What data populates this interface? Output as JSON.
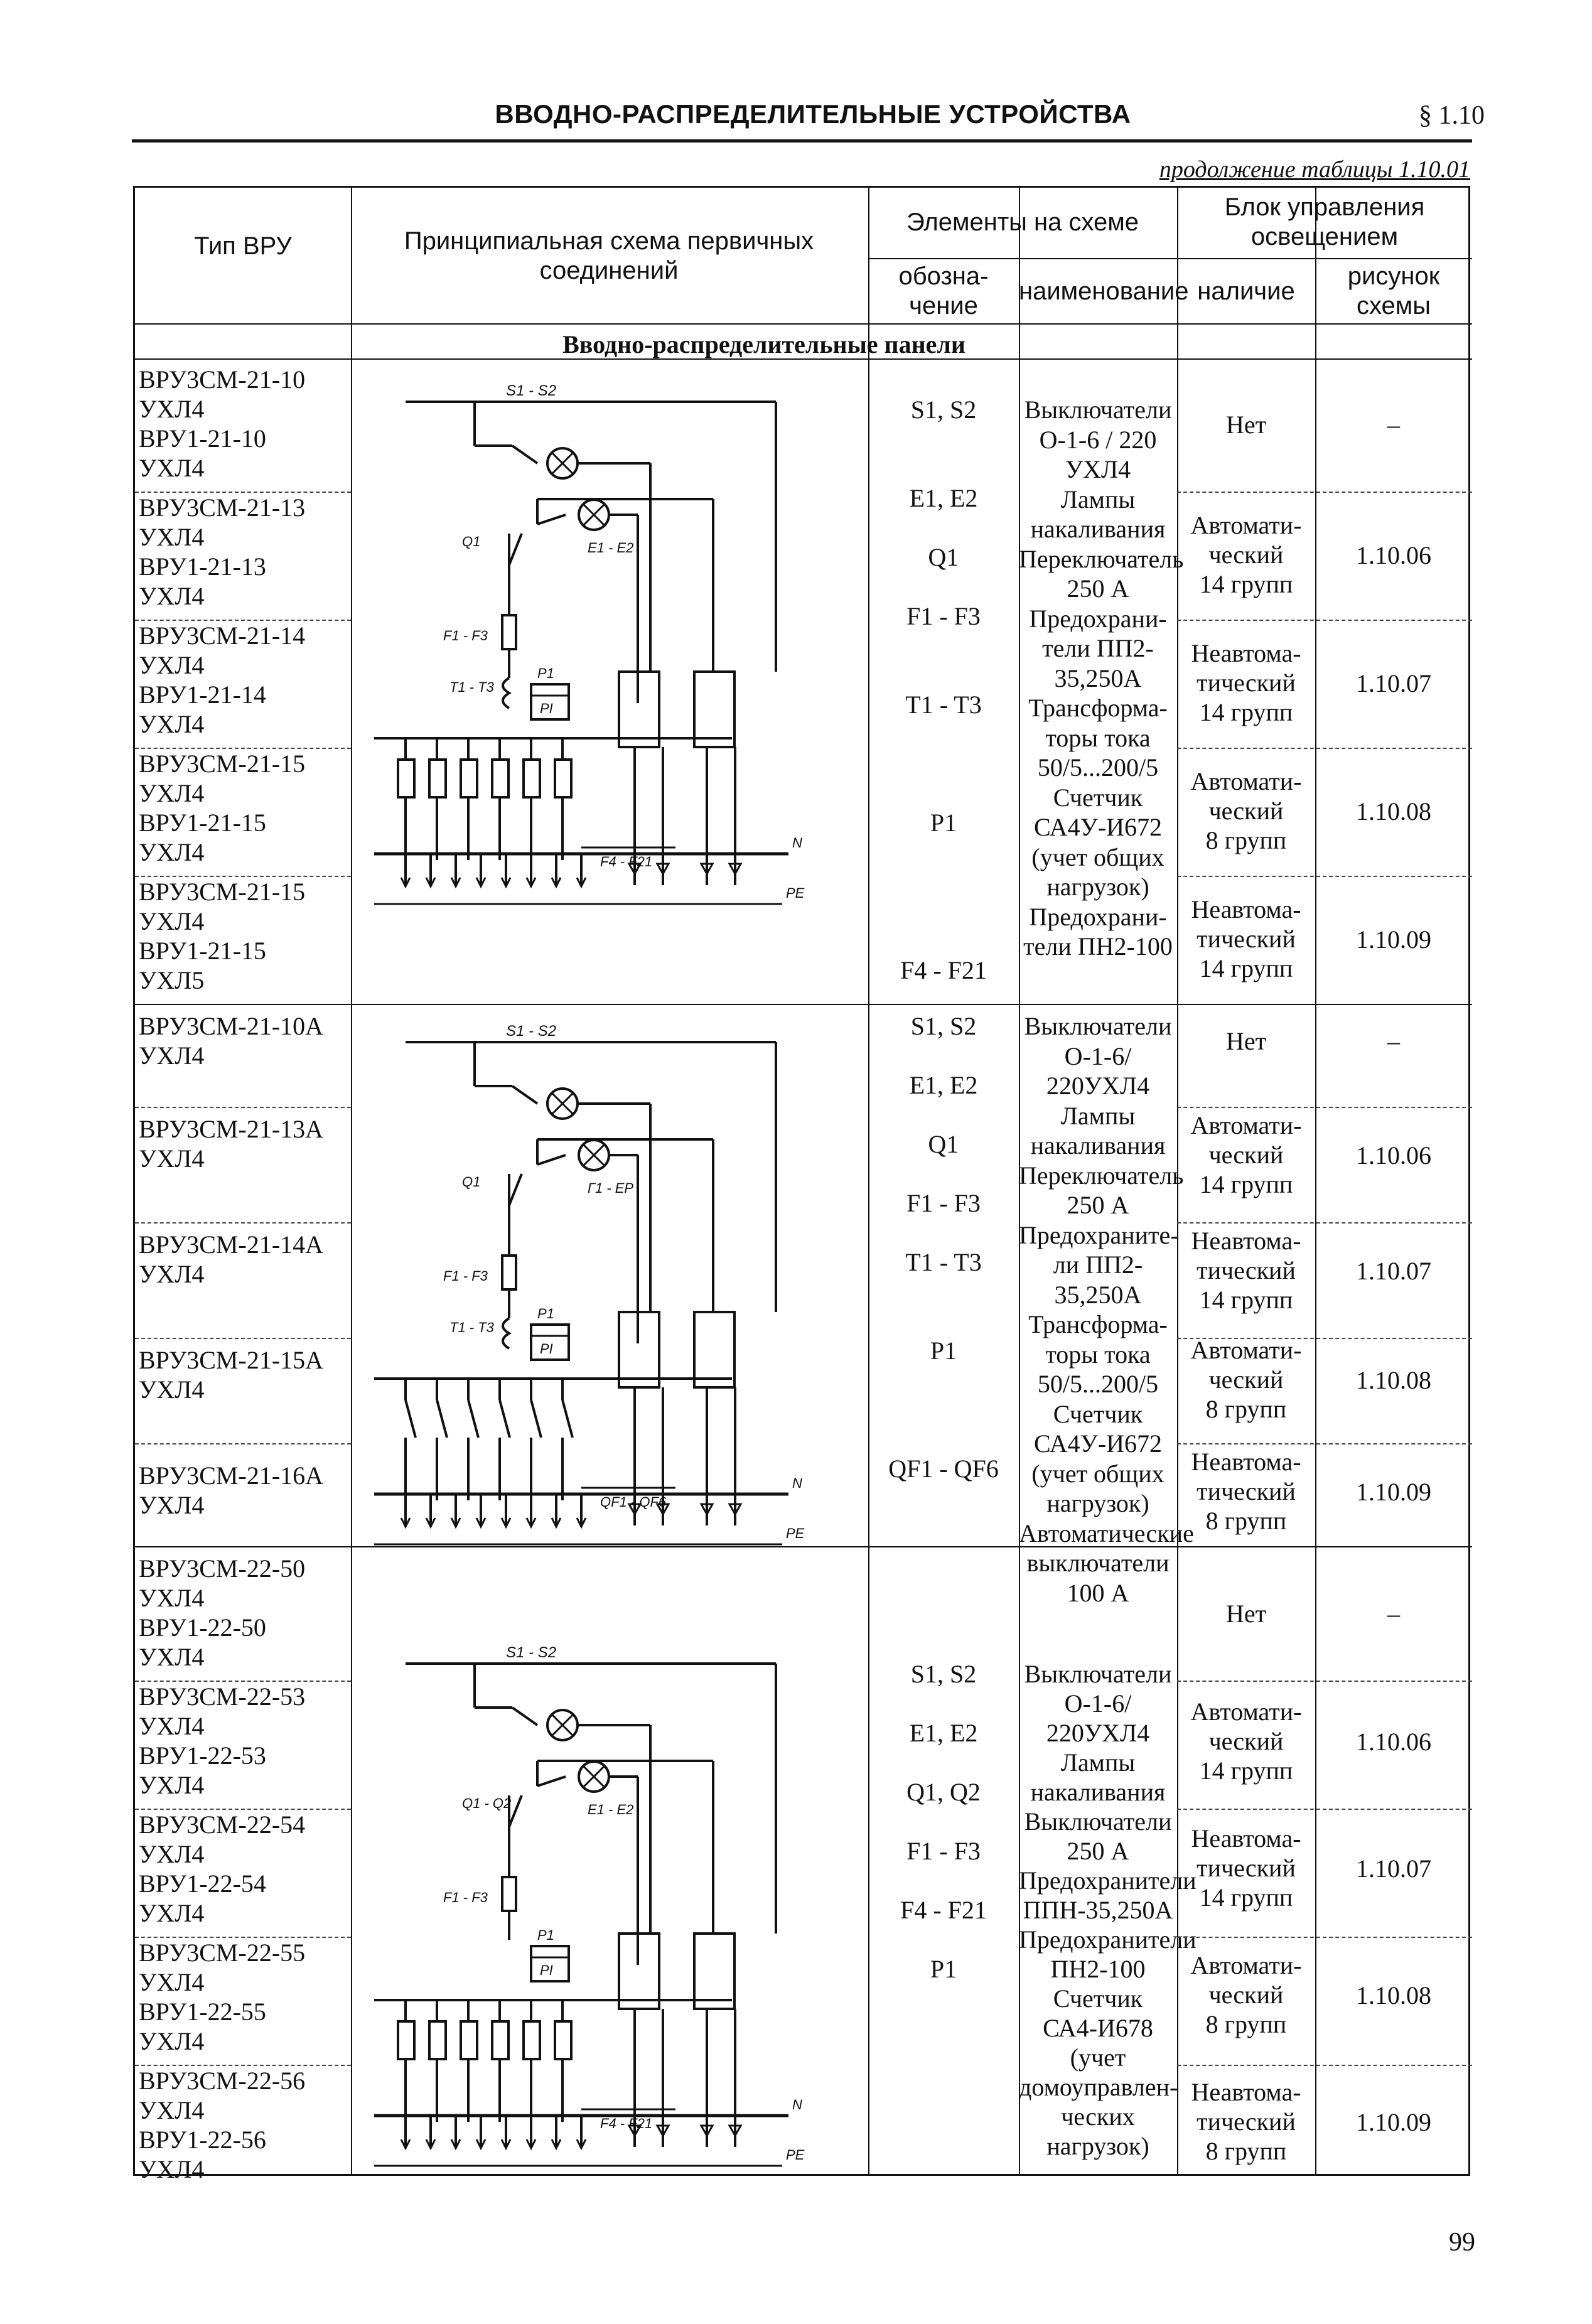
{
  "header": {
    "title": "ВВОДНО-РАСПРЕДЕЛИТЕЛЬНЫЕ УСТРОЙСТВА",
    "section": "§ 1.10",
    "continuation": "продолжение таблицы 1.10.01"
  },
  "columns": {
    "type": "Тип ВРУ",
    "scheme": "Принципиальная схема первичных соединений",
    "elements": "Элементы на схеме",
    "designation": "обозна-\nчение",
    "name": "наименование",
    "lighting": "Блок управления освещением",
    "presence": "наличие",
    "drawing": "рисунок\nсхемы"
  },
  "section_title": "Вводно-распределительные панели",
  "groups": [
    {
      "types": [
        "ВРУ3СМ-21-10\nУХЛ4\nВРУ1-21-10\nУХЛ4",
        "ВРУ3СМ-21-13\nУХЛ4\nВРУ1-21-13\nУХЛ4",
        "ВРУ3СМ-21-14\nУХЛ4\nВРУ1-21-14\nУХЛ4",
        "ВРУ3СМ-21-15\nУХЛ4\nВРУ1-21-15\nУХЛ4",
        "ВРУ3СМ-21-15\nУХЛ4\nВРУ1-21-15\nУХЛ5"
      ],
      "designations": "S1, S2\n\n\nE1, E2\n\nQ1\n\nF1 - F3\n\n\nT1 - T3\n\n\n\nP1\n\n\n\n\nF4 - F21",
      "names": "Выключатели\nО-1-6 / 220\nУХЛ4\nЛампы\nнакаливания\nПереключатель\n250 А\nПредохрани-\nтели ПП2-\n35,250А\nТрансформа-\nторы тока\n50/5...200/5\nСчетчик\nСА4У-И672\n(учет общих\nнагрузок)\nПредохрани-\nтели ПН2-100",
      "lighting": [
        {
          "presence": "Нет",
          "drawing": "–"
        },
        {
          "presence": "Автомати-\nческий\n14 групп",
          "drawing": "1.10.06"
        },
        {
          "presence": "Неавтома-\nтический\n14 групп",
          "drawing": "1.10.07"
        },
        {
          "presence": "Автомати-\nческий\n8 групп",
          "drawing": "1.10.08"
        },
        {
          "presence": "Неавтома-\nтический\n14 групп",
          "drawing": "1.10.09"
        }
      ],
      "diagram_labels": {
        "s": "S1 - S2",
        "q": "Q1",
        "e": "E1 - E2",
        "f": "F1 - F3",
        "t": "T1 - T3",
        "p": "P1",
        "pbox": "PI",
        "fg": "F4 - F21",
        "n": "N",
        "pe": "PE"
      }
    },
    {
      "types": [
        "ВРУ3СМ-21-10А\nУХЛ4",
        "ВРУ3СМ-21-13А\nУХЛ4",
        "ВРУ3СМ-21-14А\nУХЛ4",
        "ВРУ3СМ-21-15А\nУХЛ4",
        "ВРУ3СМ-21-16А\nУХЛ4"
      ],
      "designations": "S1, S2\n\nE1, E2\n\nQ1\n\nF1 - F3\n\nT1 - T3\n\n\nP1\n\n\n\nQF1 - QF6",
      "names": "Выключатели\nО-1-6/ 220УХЛ4\nЛампы\nнакаливания\nПереключатель\n250 А\nПредохраните-\nли ПП2-35,250А\nТрансформа-\nторы тока\n50/5...200/5\nСчетчик\nСА4У-И672\n(учет общих\nнагрузок)\nАвтоматические\nвыключатели\n100 А",
      "lighting": [
        {
          "presence": "Нет",
          "drawing": "–"
        },
        {
          "presence": "Автомати-\nческий\n14 групп",
          "drawing": "1.10.06"
        },
        {
          "presence": "Неавтома-\nтический\n14 групп",
          "drawing": "1.10.07"
        },
        {
          "presence": "Автомати-\nческий\n8 групп",
          "drawing": "1.10.08"
        },
        {
          "presence": "Неавтома-\nтический\n8 групп",
          "drawing": "1.10.09"
        }
      ],
      "diagram_labels": {
        "s": "S1 - S2",
        "q": "Q1",
        "e": "Г1 - ЕР",
        "f": "F1 - F3",
        "t": "T1 - T3",
        "p": "P1",
        "pbox": "PI",
        "fg": "QF1 - QF6",
        "n": "N",
        "pe": "PE"
      }
    },
    {
      "types": [
        "ВРУ3СМ-22-50\nУХЛ4\nВРУ1-22-50\nУХЛ4",
        "ВРУ3СМ-22-53\nУХЛ4\nВРУ1-22-53\nУХЛ4",
        "ВРУ3СМ-22-54\nУХЛ4\nВРУ1-22-54\nУХЛ4",
        "ВРУ3СМ-22-55\nУХЛ4\nВРУ1-22-55\nУХЛ4",
        "ВРУ3СМ-22-56\nУХЛ4\nВРУ1-22-56\nУХЛ4"
      ],
      "designations": "S1, S2\n\nE1, E2\n\nQ1, Q2\n\nF1 - F3\n\nF4 - F21\n\nP1",
      "names": "Выключатели\nО-1-6/ 220УХЛ4\nЛампы\nнакаливания\nВыключатели\n250 А\nПредохранители\nППН-35,250А\nПредохранители\nПН2-100\nСчетчик\nСА4-И678 (учет\nдомоуправлен-\nческих нагрузок)",
      "lighting": [
        {
          "presence": "Нет",
          "drawing": "–"
        },
        {
          "presence": "Автомати-\nческий\n14 групп",
          "drawing": "1.10.06"
        },
        {
          "presence": "Неавтома-\nтический\n14 групп",
          "drawing": "1.10.07"
        },
        {
          "presence": "Автомати-\nческий\n8 групп",
          "drawing": "1.10.08"
        },
        {
          "presence": "Неавтома-\nтический\n8 групп",
          "drawing": "1.10.09"
        }
      ],
      "diagram_labels": {
        "s": "S1 - S2",
        "q": "Q1 - Q2",
        "e": "E1 - E2",
        "f": "F1 - F3",
        "t": "",
        "p": "P1",
        "pbox": "PI",
        "fg": "F4 - F21",
        "n": "N",
        "pe": "PE"
      }
    }
  ],
  "page_number": "99"
}
